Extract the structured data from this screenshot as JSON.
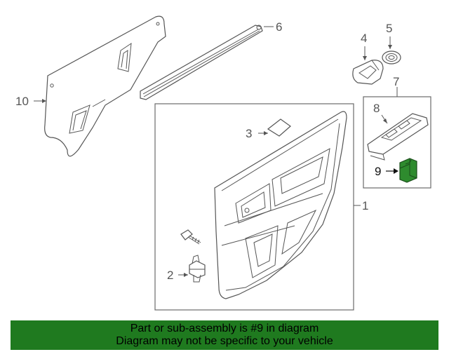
{
  "diagram": {
    "callouts": [
      {
        "id": "1",
        "label": "1"
      },
      {
        "id": "2",
        "label": "2"
      },
      {
        "id": "3",
        "label": "3"
      },
      {
        "id": "4",
        "label": "4"
      },
      {
        "id": "5",
        "label": "5"
      },
      {
        "id": "6",
        "label": "6"
      },
      {
        "id": "7",
        "label": "7"
      },
      {
        "id": "8",
        "label": "8"
      },
      {
        "id": "9",
        "label": "9"
      },
      {
        "id": "10",
        "label": "10"
      }
    ],
    "highlighted_part": "9",
    "highlight_color": "#2e8b2e"
  },
  "banner": {
    "line1": "Part or sub-assembly is #9 in diagram",
    "line2": "Diagram may not be specific to your vehicle",
    "background": "#1f7a1f"
  }
}
